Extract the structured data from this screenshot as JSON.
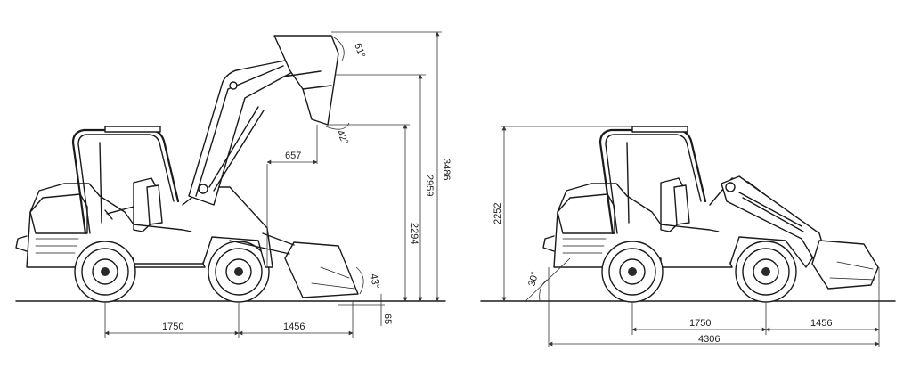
{
  "left_view": {
    "dimensions": {
      "wheelbase": "1750",
      "front_overhang": "1456",
      "dump_reach": "657",
      "dump_height": "2294",
      "hinge_pin_height": "2959",
      "max_height": "3486",
      "dig_depth": "65"
    },
    "angles": {
      "rollback_top": "61°",
      "dump_angle": "42°",
      "rollback_ground": "43°"
    }
  },
  "right_view": {
    "dimensions": {
      "cab_height": "2252",
      "wheelbase": "1750",
      "front_overhang": "1456",
      "overall_length": "4306"
    },
    "angles": {
      "departure_angle": "30°"
    }
  }
}
